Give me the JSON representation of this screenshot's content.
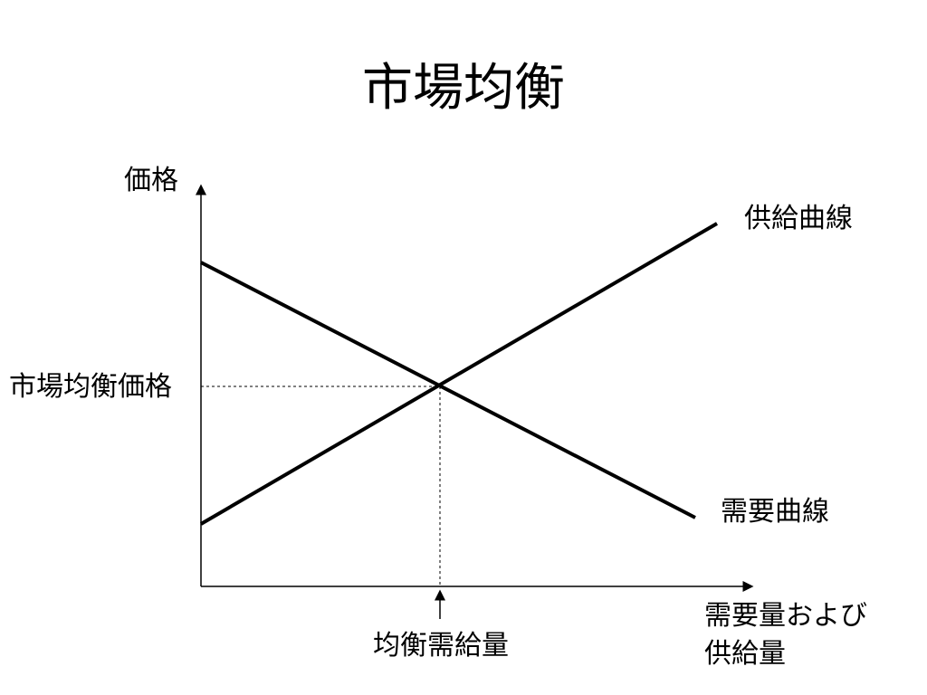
{
  "slide": {
    "title": "市場均衡"
  },
  "diagram": {
    "y_axis_label": "価格",
    "x_axis_label_line1": "需要量および",
    "x_axis_label_line2": "供給量",
    "supply_curve_label": "供給曲線",
    "demand_curve_label": "需要曲線",
    "equilibrium_price_label": "市場均衡価格",
    "equilibrium_quantity_label": "均衡需給量",
    "colors": {
      "lines": "#000000",
      "background": "#ffffff"
    }
  }
}
